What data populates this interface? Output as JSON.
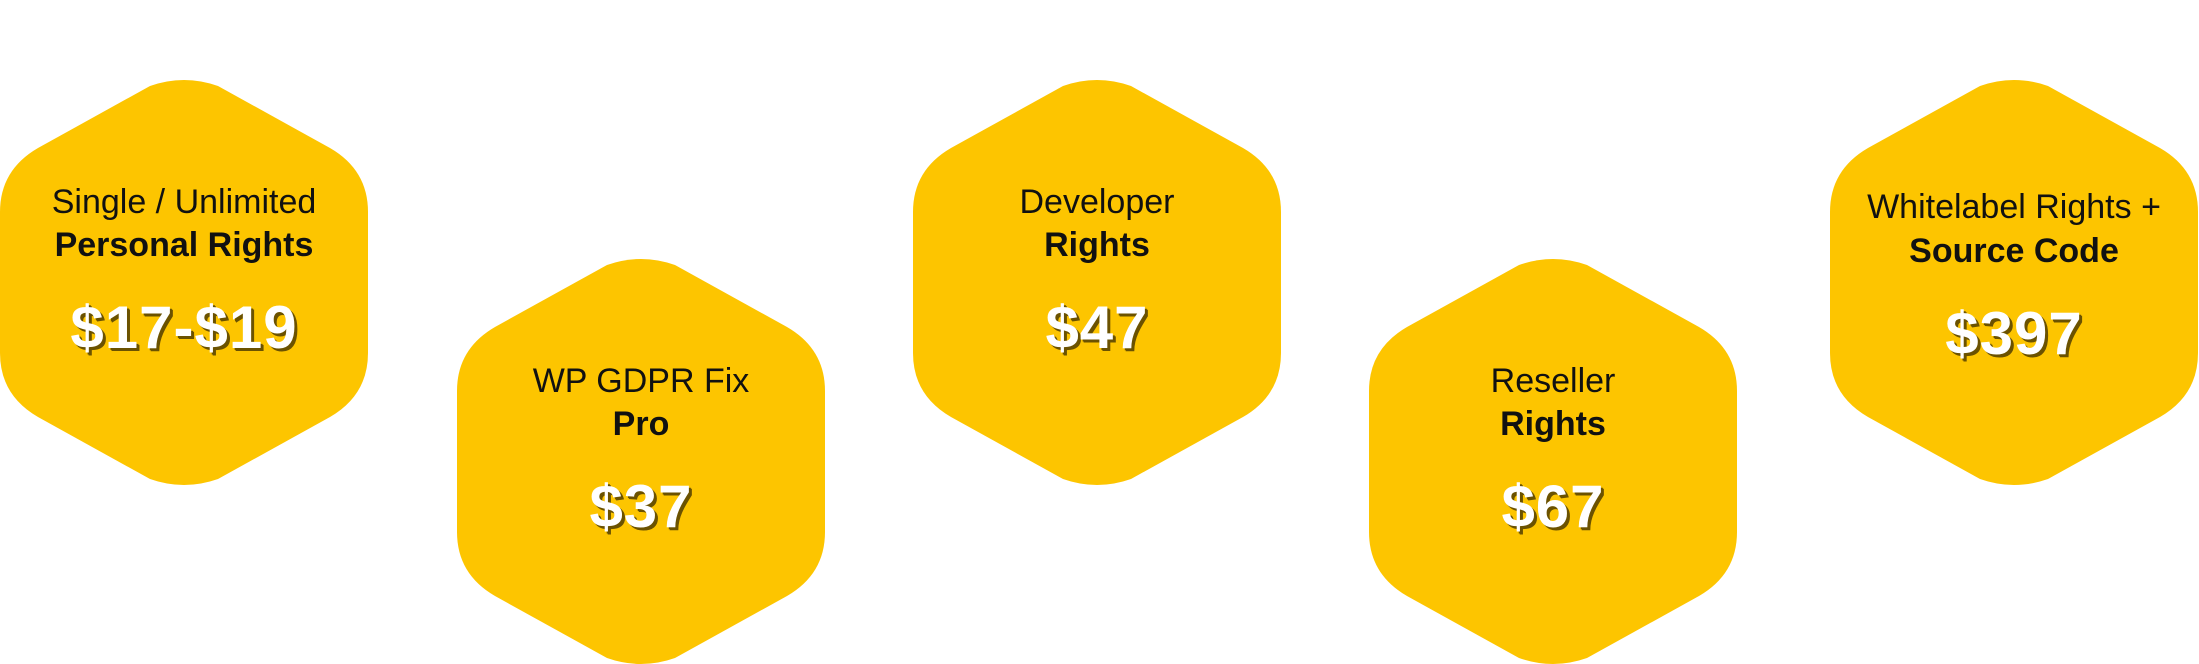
{
  "colors": {
    "hexagon": "#FDC500",
    "text": "#111111",
    "price": "#FFFFFF"
  },
  "cards": [
    {
      "line1": "Single / Unlimited",
      "line2": "Personal Rights",
      "price": "$17-$19"
    },
    {
      "line1": "WP GDPR Fix",
      "line2": "Pro",
      "price": "$37"
    },
    {
      "line1": "Developer",
      "line2": "Rights",
      "price": "$47"
    },
    {
      "line1": "Reseller",
      "line2": "Rights",
      "price": "$67"
    },
    {
      "line1": "Whitelabel Rights +",
      "line2": "Source Code",
      "price": "$397"
    }
  ]
}
